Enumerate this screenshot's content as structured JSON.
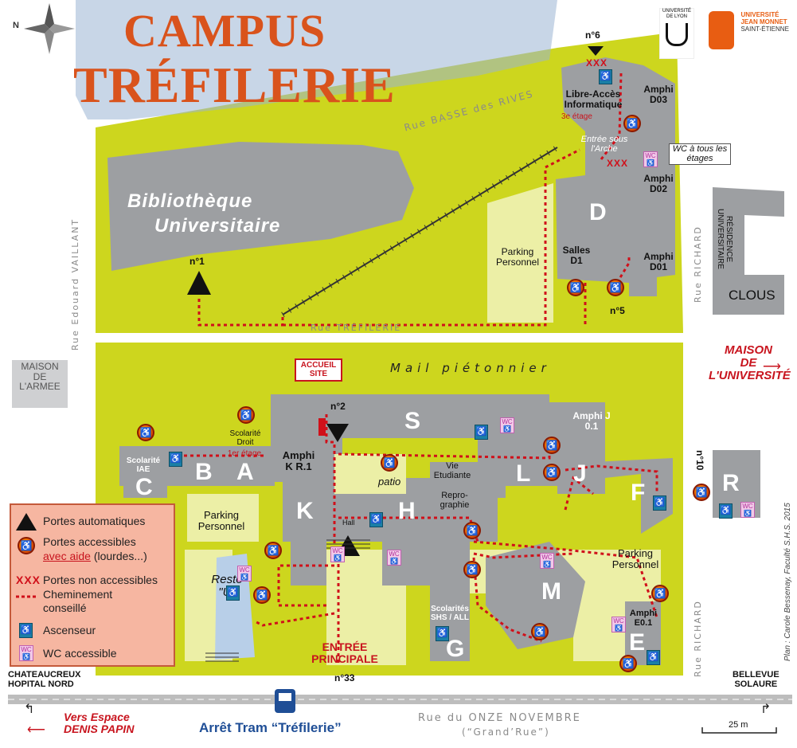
{
  "header": {
    "title_line1": "CAMPUS",
    "title_line2": "TRÉFILERIE",
    "compass": "N"
  },
  "logos": {
    "lyon": "UNIVERSITÉ DE LYON",
    "ujm_line1": "UNIVERSITÉ",
    "ujm_line2": "JEAN MONNET",
    "ujm_line3": "SAINT-ÉTIENNE"
  },
  "streets": {
    "basse_des_rives": "Rue BASSE des RIVES",
    "edouard_vaillant": "Rue Edouard VAILLANT",
    "trefilerie": "Rue TRÉFILERIE",
    "richard_top": "Rue RICHARD",
    "richard_bottom": "Rue RICHARD",
    "onze_novembre": "Rue du ONZE NOVEMBRE",
    "grand_rue": "(“Grand’Rue”)",
    "mail": "Mail piétonnier"
  },
  "places": {
    "bibliotheque_1": "Bibliothèque",
    "bibliotheque_2": "Universitaire",
    "residence": "RÉSIDENCE UNIVERSITAIRE",
    "clous": "CLOUS",
    "maison_armee": "MAISON DE L'ARMEE",
    "maison_univ_1": "MAISON",
    "maison_univ_2": "DE",
    "maison_univ_3": "L'UNIVERSITÉ",
    "chateaucreux_1": "CHATEAUCREUX",
    "chateaucreux_2": "HOPITAL NORD",
    "bellevue_1": "BELLEVUE",
    "bellevue_2": "SOLAURE",
    "vers_espace_1": "Vers Espace",
    "vers_espace_2": "DENIS PAPIN",
    "tram": "Arrêt Tram “Tréfilerie”",
    "scale": "25 m",
    "credit": "Plan : Carole Bessenay, Faculté S.H.S. 2015"
  },
  "buildings": {
    "libre_acces": "Libre-Accès Informatique",
    "troisieme_etage": "3e étage",
    "amphi_d03": "Amphi D03",
    "amphi_d02": "Amphi D02",
    "amphi_d01": "Amphi D01",
    "entree_arche": "Entrée sous l'Arche",
    "wc_etages": "WC à tous les étages",
    "d": "D",
    "salles_d1": "Salles D1",
    "parking_personnel_top": "Parking Personnel",
    "accueil": "ACCUEIL SITE",
    "s": "S",
    "amphi_j01": "Amphi J 0.1",
    "scolarite_iae": "Scolarité IAE",
    "scolarite_droit": "Scolarité Droit",
    "premier_etage": "1er étage",
    "c": "C",
    "b": "B",
    "a": "A",
    "amphi_kr1": "Amphi K R.1",
    "patio": "patio",
    "vie_etudiante": "Vie Etudiante",
    "l": "L",
    "j": "J",
    "f": "F",
    "r": "R",
    "k": "K",
    "h": "H",
    "reprographie": "Repro- graphie",
    "hall": "Hall",
    "parking_personnel_left": "Parking Personnel",
    "parking_personnel_right": "Parking Personnel",
    "resto": "Resto \"U\"",
    "m": "M",
    "scolarites_shs": "Scolarités SHS / ALL",
    "g": "G",
    "amphi_e01": "Amphi E0.1",
    "e": "E",
    "entree_1": "ENTRÉE",
    "entree_2": "PRINCIPALE"
  },
  "doors": {
    "n1": "n°1",
    "n2": "n°2",
    "n5": "n°5",
    "n6": "n°6",
    "n10": "n°10",
    "n33": "n°33"
  },
  "legend": {
    "portes_auto": "Portes automatiques",
    "portes_acc_1": "Portes accessibles",
    "portes_acc_2a": "avec aide",
    "portes_acc_2b": " (lourdes...)",
    "xxx": "XXX",
    "portes_non": "Portes non accessibles",
    "chemin_1": "Cheminement",
    "chemin_2": "conseillé",
    "ascenseur": "Ascenseur",
    "wc": "WC accessible"
  },
  "colors": {
    "grass": "#cdd61e",
    "building": "#9d9fa2",
    "path": "#d0101a",
    "pale": "#ecefa6",
    "legend_bg": "#f6b6a1",
    "legend_border": "#c45a3b"
  }
}
